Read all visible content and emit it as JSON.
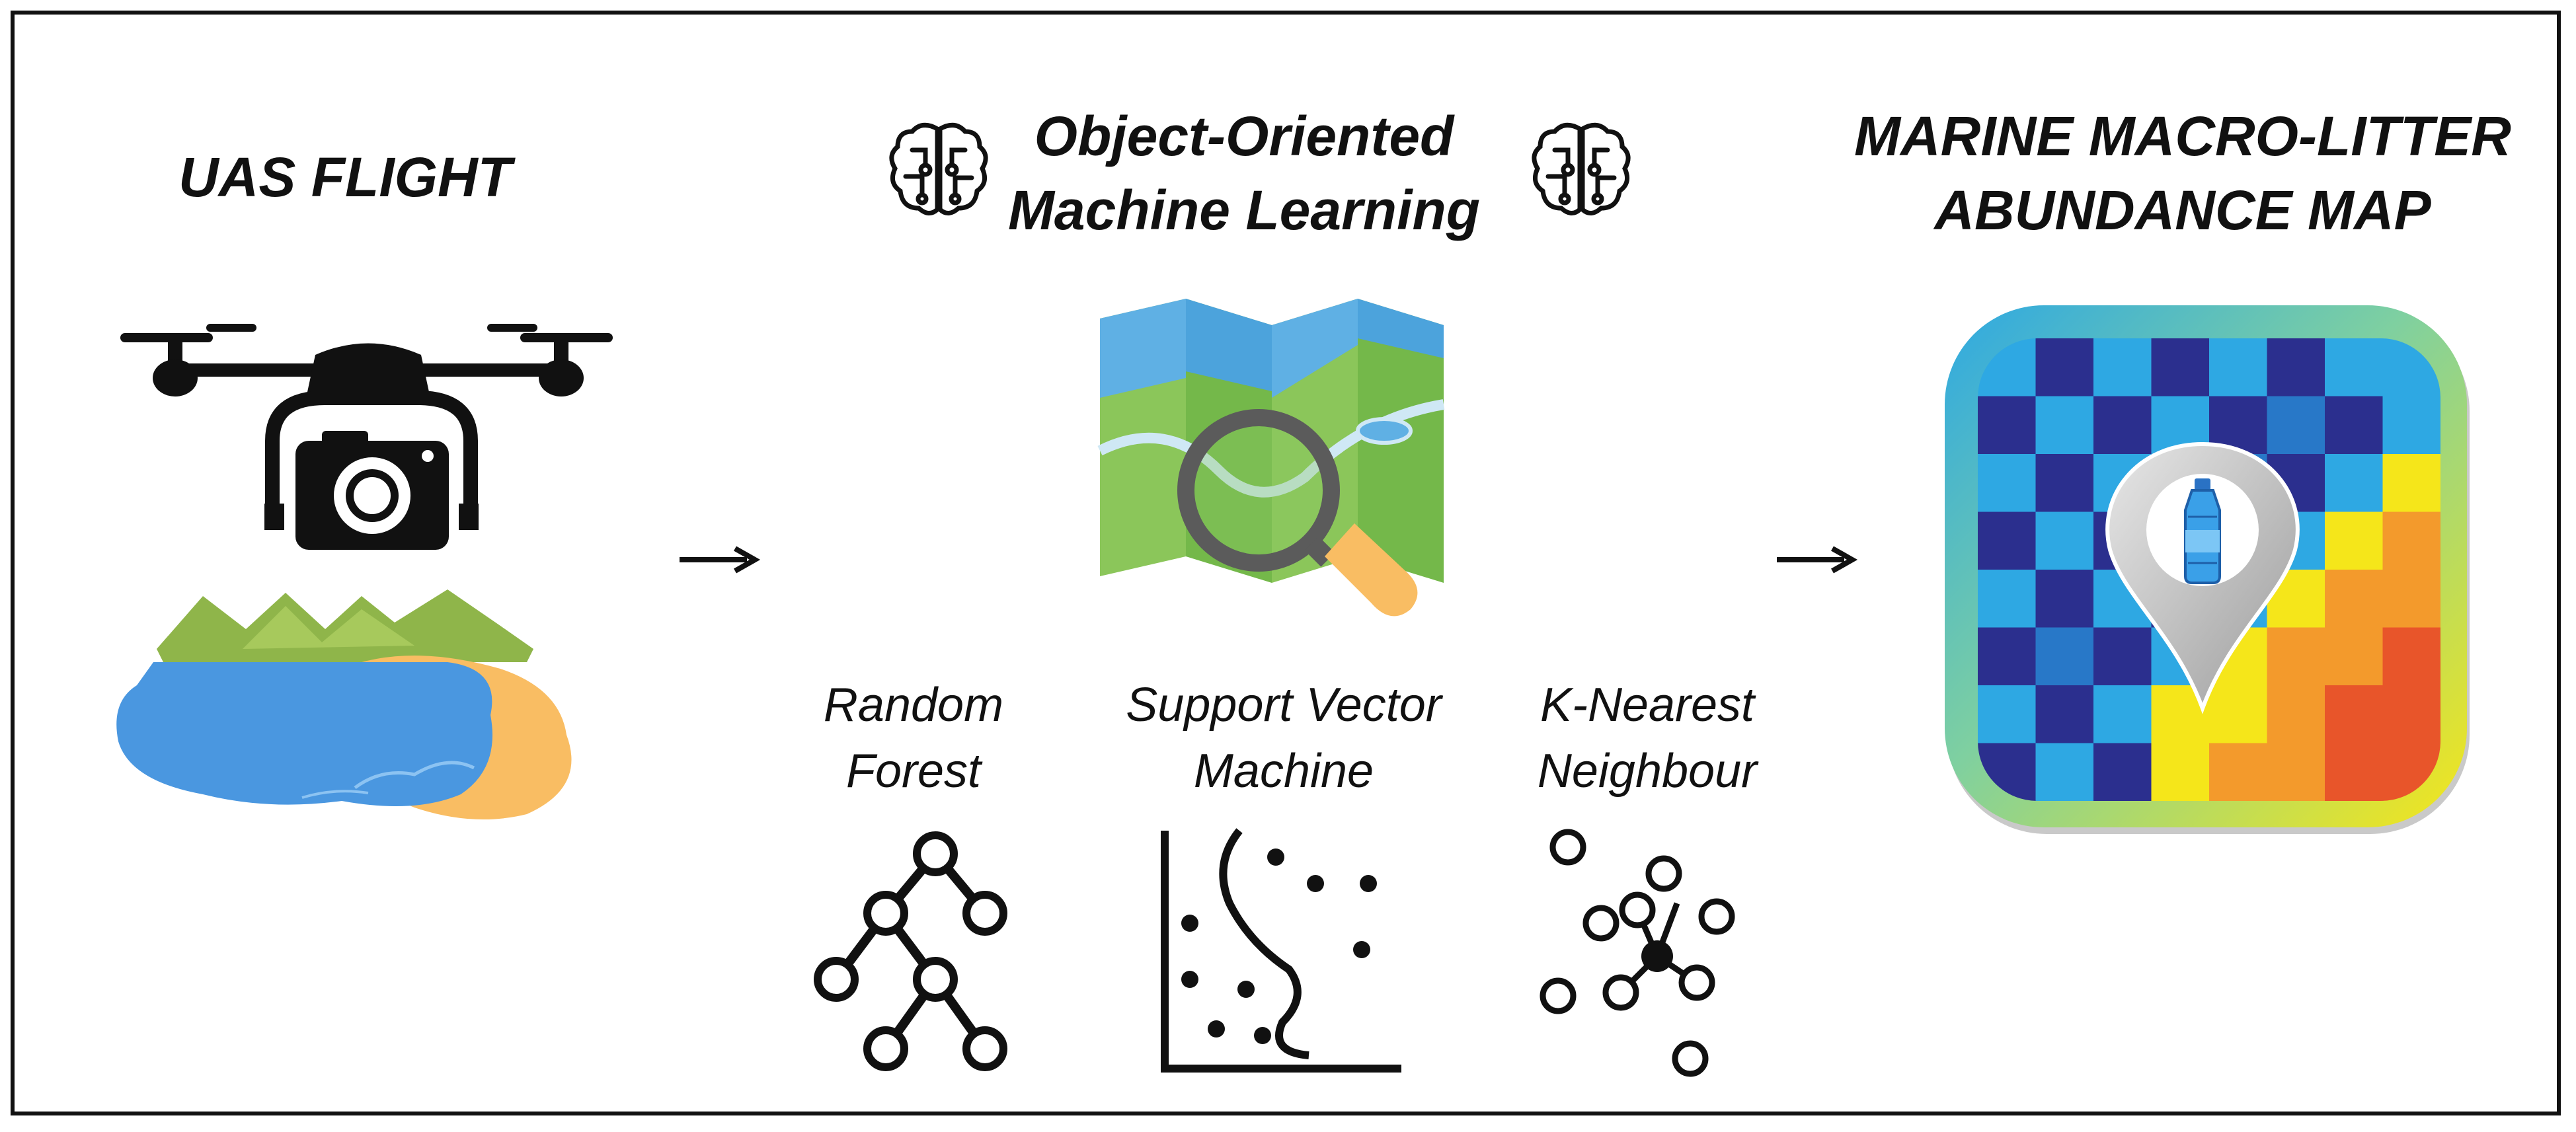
{
  "steps": {
    "uas": {
      "title": "UAS FLIGHT"
    },
    "ml": {
      "title_line1": "Object-Oriented",
      "title_line2": "Machine Learning",
      "methods": [
        {
          "line1": "Random",
          "line2": "Forest",
          "icon": "decision-tree-icon"
        },
        {
          "line1": "Support Vector",
          "line2": "Machine",
          "icon": "svm-scatter-icon"
        },
        {
          "line1": "K-Nearest",
          "line2": "Neighbour",
          "icon": "knn-graph-icon"
        }
      ]
    },
    "map": {
      "title_line1": "MARINE MACRO-LITTER",
      "title_line2": "ABUNDANCE MAP"
    }
  },
  "icons": [
    "drone-camera-icon",
    "landscape-icon",
    "brain-circuit-icon",
    "map-magnifier-icon",
    "arrow-right-icon",
    "heatmap-pin-icon",
    "bottle-icon"
  ],
  "colors": {
    "water": "#4a97e0",
    "sand": "#f9bd63",
    "hills": "#8fb54a",
    "grid_dark": "#2b2f8e",
    "grid_mid": "#2878c8",
    "grid_light": "#2ea8e3",
    "grid_yellow": "#f5e61a",
    "grid_orange": "#f39a2c",
    "grid_red": "#e8552a"
  }
}
